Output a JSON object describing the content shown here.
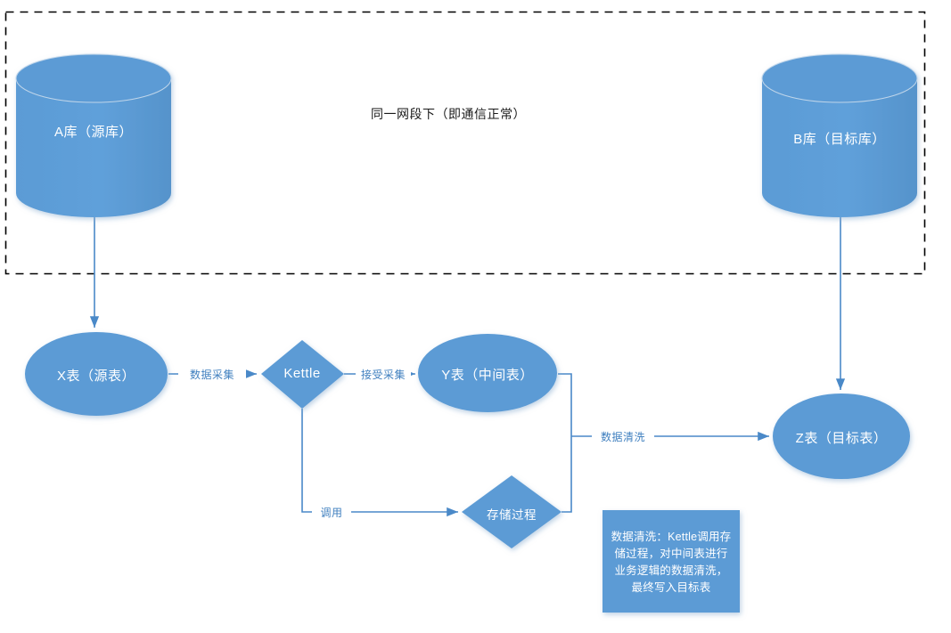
{
  "diagram": {
    "title_note": "同一网段下（即通信正常）",
    "colors": {
      "shape_fill": "#5B9BD5",
      "shape_fill_alt": "#4E8FCB",
      "connector": "#4A89C8",
      "edge_label_text": "#3F7FBF",
      "note_fill": "#5B9BD5",
      "dashed_border": "#000000",
      "shape_text": "#FFFFFF",
      "plain_text": "#1A1A1A"
    },
    "zone": {
      "name": "same-network-segment-zone",
      "border_style": "dashed"
    },
    "nodes": {
      "db_a": {
        "label": "A库（源库）",
        "shape": "cylinder"
      },
      "db_b": {
        "label": "B库（目标库）",
        "shape": "cylinder"
      },
      "table_x": {
        "label": "X表（源表）",
        "shape": "ellipse"
      },
      "kettle": {
        "label": "Kettle",
        "shape": "diamond"
      },
      "table_y": {
        "label": "Y表（中间表）",
        "shape": "ellipse"
      },
      "table_z": {
        "label": "Z表（目标表）",
        "shape": "ellipse"
      },
      "stored_procedure": {
        "label": "存储过程",
        "shape": "diamond"
      }
    },
    "edges": {
      "collect": "数据采集",
      "receive_collect": "接受采集",
      "call": "调用",
      "clean": "数据清洗"
    },
    "note": {
      "line1": "数据清洗：Kettle调用存",
      "line2": "储过程，对中间表进行",
      "line3": "业务逻辑的数据清洗，",
      "line4": "最终写入目标表"
    }
  }
}
